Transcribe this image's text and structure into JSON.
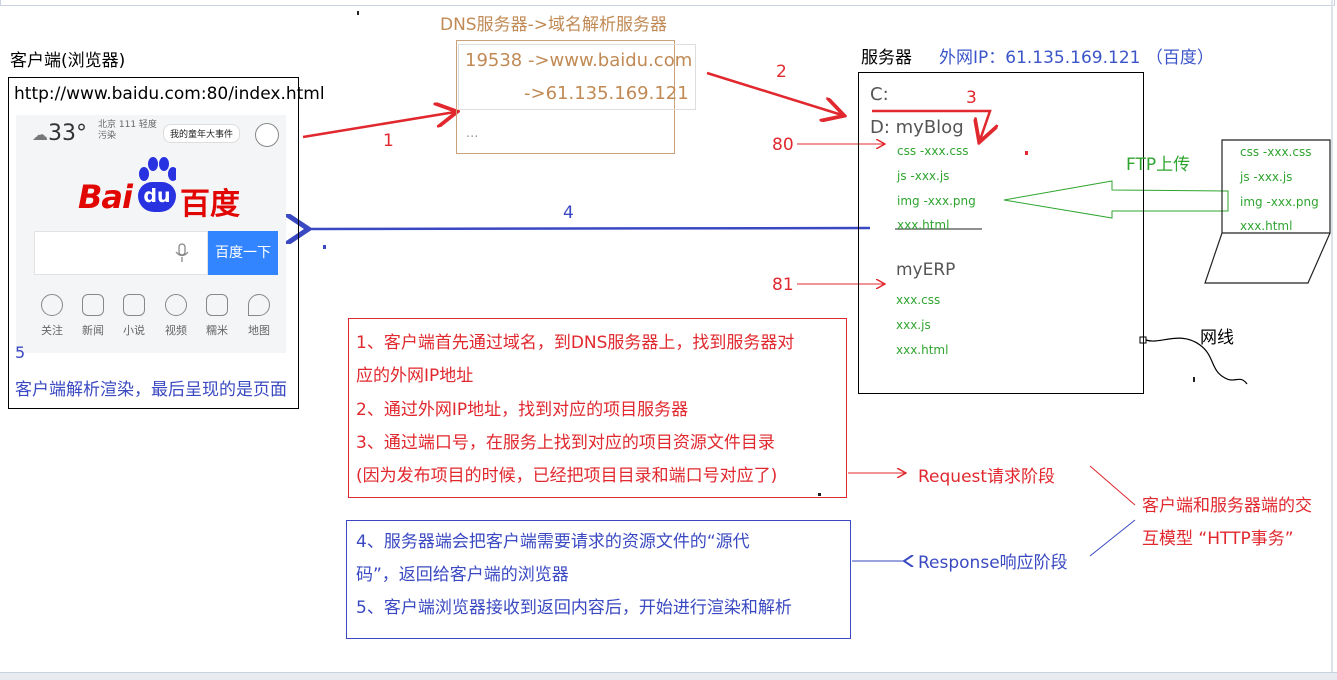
{
  "client": {
    "title": "客户端(浏览器)",
    "url": "http://www.baidu.com:80/index.html",
    "weather": "33°",
    "weather_sub": "北京 111 轻度污染",
    "news_pill": "我的童年大事件",
    "logo_bai": "Bai",
    "logo_du": "du",
    "logo_cn": "百度",
    "search_button": "百度一下",
    "nav": [
      "关注",
      "新闻",
      "小说",
      "视频",
      "糯米",
      "地图"
    ],
    "step5": "5",
    "render_text": "客户端解析渲染，最后呈现的是页面"
  },
  "dns": {
    "title": "DNS服务器->域名解析服务器",
    "line1": "19538 ->www.baidu.com",
    "line2": "->61.135.169.121",
    "dots": "..."
  },
  "server": {
    "title": "服务器",
    "ip": "外网IP：61.135.169.121 （百度）",
    "drive_c": "C:",
    "drive_d": "D: myBlog",
    "blog_files": [
      "css  -xxx.css",
      "js     -xxx.js",
      "img  -xxx.png",
      "xxx.html"
    ],
    "erp": "myERP",
    "erp_files": [
      "xxx.css",
      "xxx.js",
      "xxx.html"
    ],
    "port_80": "80",
    "port_81": "81"
  },
  "ftp": {
    "label": "FTP上传",
    "files": [
      "css  -xxx.css",
      "js      -xxx.js",
      "img  -xxx.png",
      "xxx.html"
    ]
  },
  "network_label": "网线",
  "steps": {
    "s1": "1",
    "s2": "2",
    "s3": "3",
    "s4": "4"
  },
  "request_box": {
    "lines": [
      "1、客户端首先通过域名，到DNS服务器上，找到服务器对",
      "应的外网IP地址",
      "2、通过外网IP地址，找到对应的项目服务器",
      "3、通过端口号，在服务上找到对应的项目资源文件目录",
      "(因为发布项目的时候，已经把项目目录和端口号对应了)"
    ]
  },
  "response_box": {
    "lines": [
      "4、服务器端会把客户端需要请求的资源文件的“源代",
      "码”，返回给客户端的浏览器",
      "5、客户端浏览器接收到返回内容后，开始进行渲染和解析"
    ]
  },
  "phases": {
    "request": "Request请求阶段",
    "response": "Response响应阶段"
  },
  "model": {
    "line1": "客户端和服务器端的交",
    "line2": "互模型 “HTTP事务”"
  },
  "colors": {
    "red": "#e0282e",
    "blue": "#3a49c2",
    "green": "#2fa52f",
    "brown": "#c18a55",
    "baidu_blue": "#3385ff"
  }
}
